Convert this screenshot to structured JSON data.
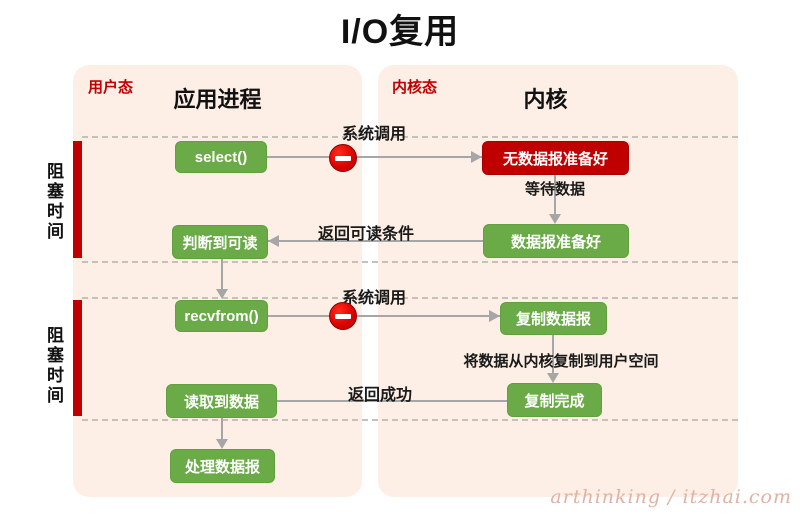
{
  "title": "I/O复用",
  "watermark": "arthinking / itzhai.com",
  "panels": {
    "user": {
      "tag": "用户态",
      "header": "应用进程"
    },
    "kernel": {
      "tag": "内核态",
      "header": "内核"
    }
  },
  "blocking": {
    "first_label": "阻塞时间",
    "second_label": "阻塞时间"
  },
  "boxes": {
    "select": "select()",
    "no_datagram_ready": "无数据报准备好",
    "judge_readable": "判断到可读",
    "datagram_ready": "数据报准备好",
    "recvfrom": "recvfrom()",
    "copy_datagram": "复制数据报",
    "read_data": "读取到数据",
    "copy_done": "复制完成",
    "process_datagram": "处理数据报"
  },
  "edge_labels": {
    "system_call_1": "系统调用",
    "wait_data": "等待数据",
    "return_readable_condition": "返回可读条件",
    "system_call_2": "系统调用",
    "copy_kernel_to_user": "将数据从内核复制到用户空间",
    "return_success": "返回成功"
  },
  "icons": {
    "blocked_icon_1": "no-entry-icon",
    "blocked_icon_2": "no-entry-icon"
  },
  "colors": {
    "panel_background": "#fdefe6",
    "green_box": "#6aaa47",
    "red_box": "#c00000",
    "blocking_bar": "#c00000",
    "arrow_gray": "#a6a6a6",
    "dashed_line": "#c6c1b8",
    "watermark": "#dfb3a3"
  }
}
